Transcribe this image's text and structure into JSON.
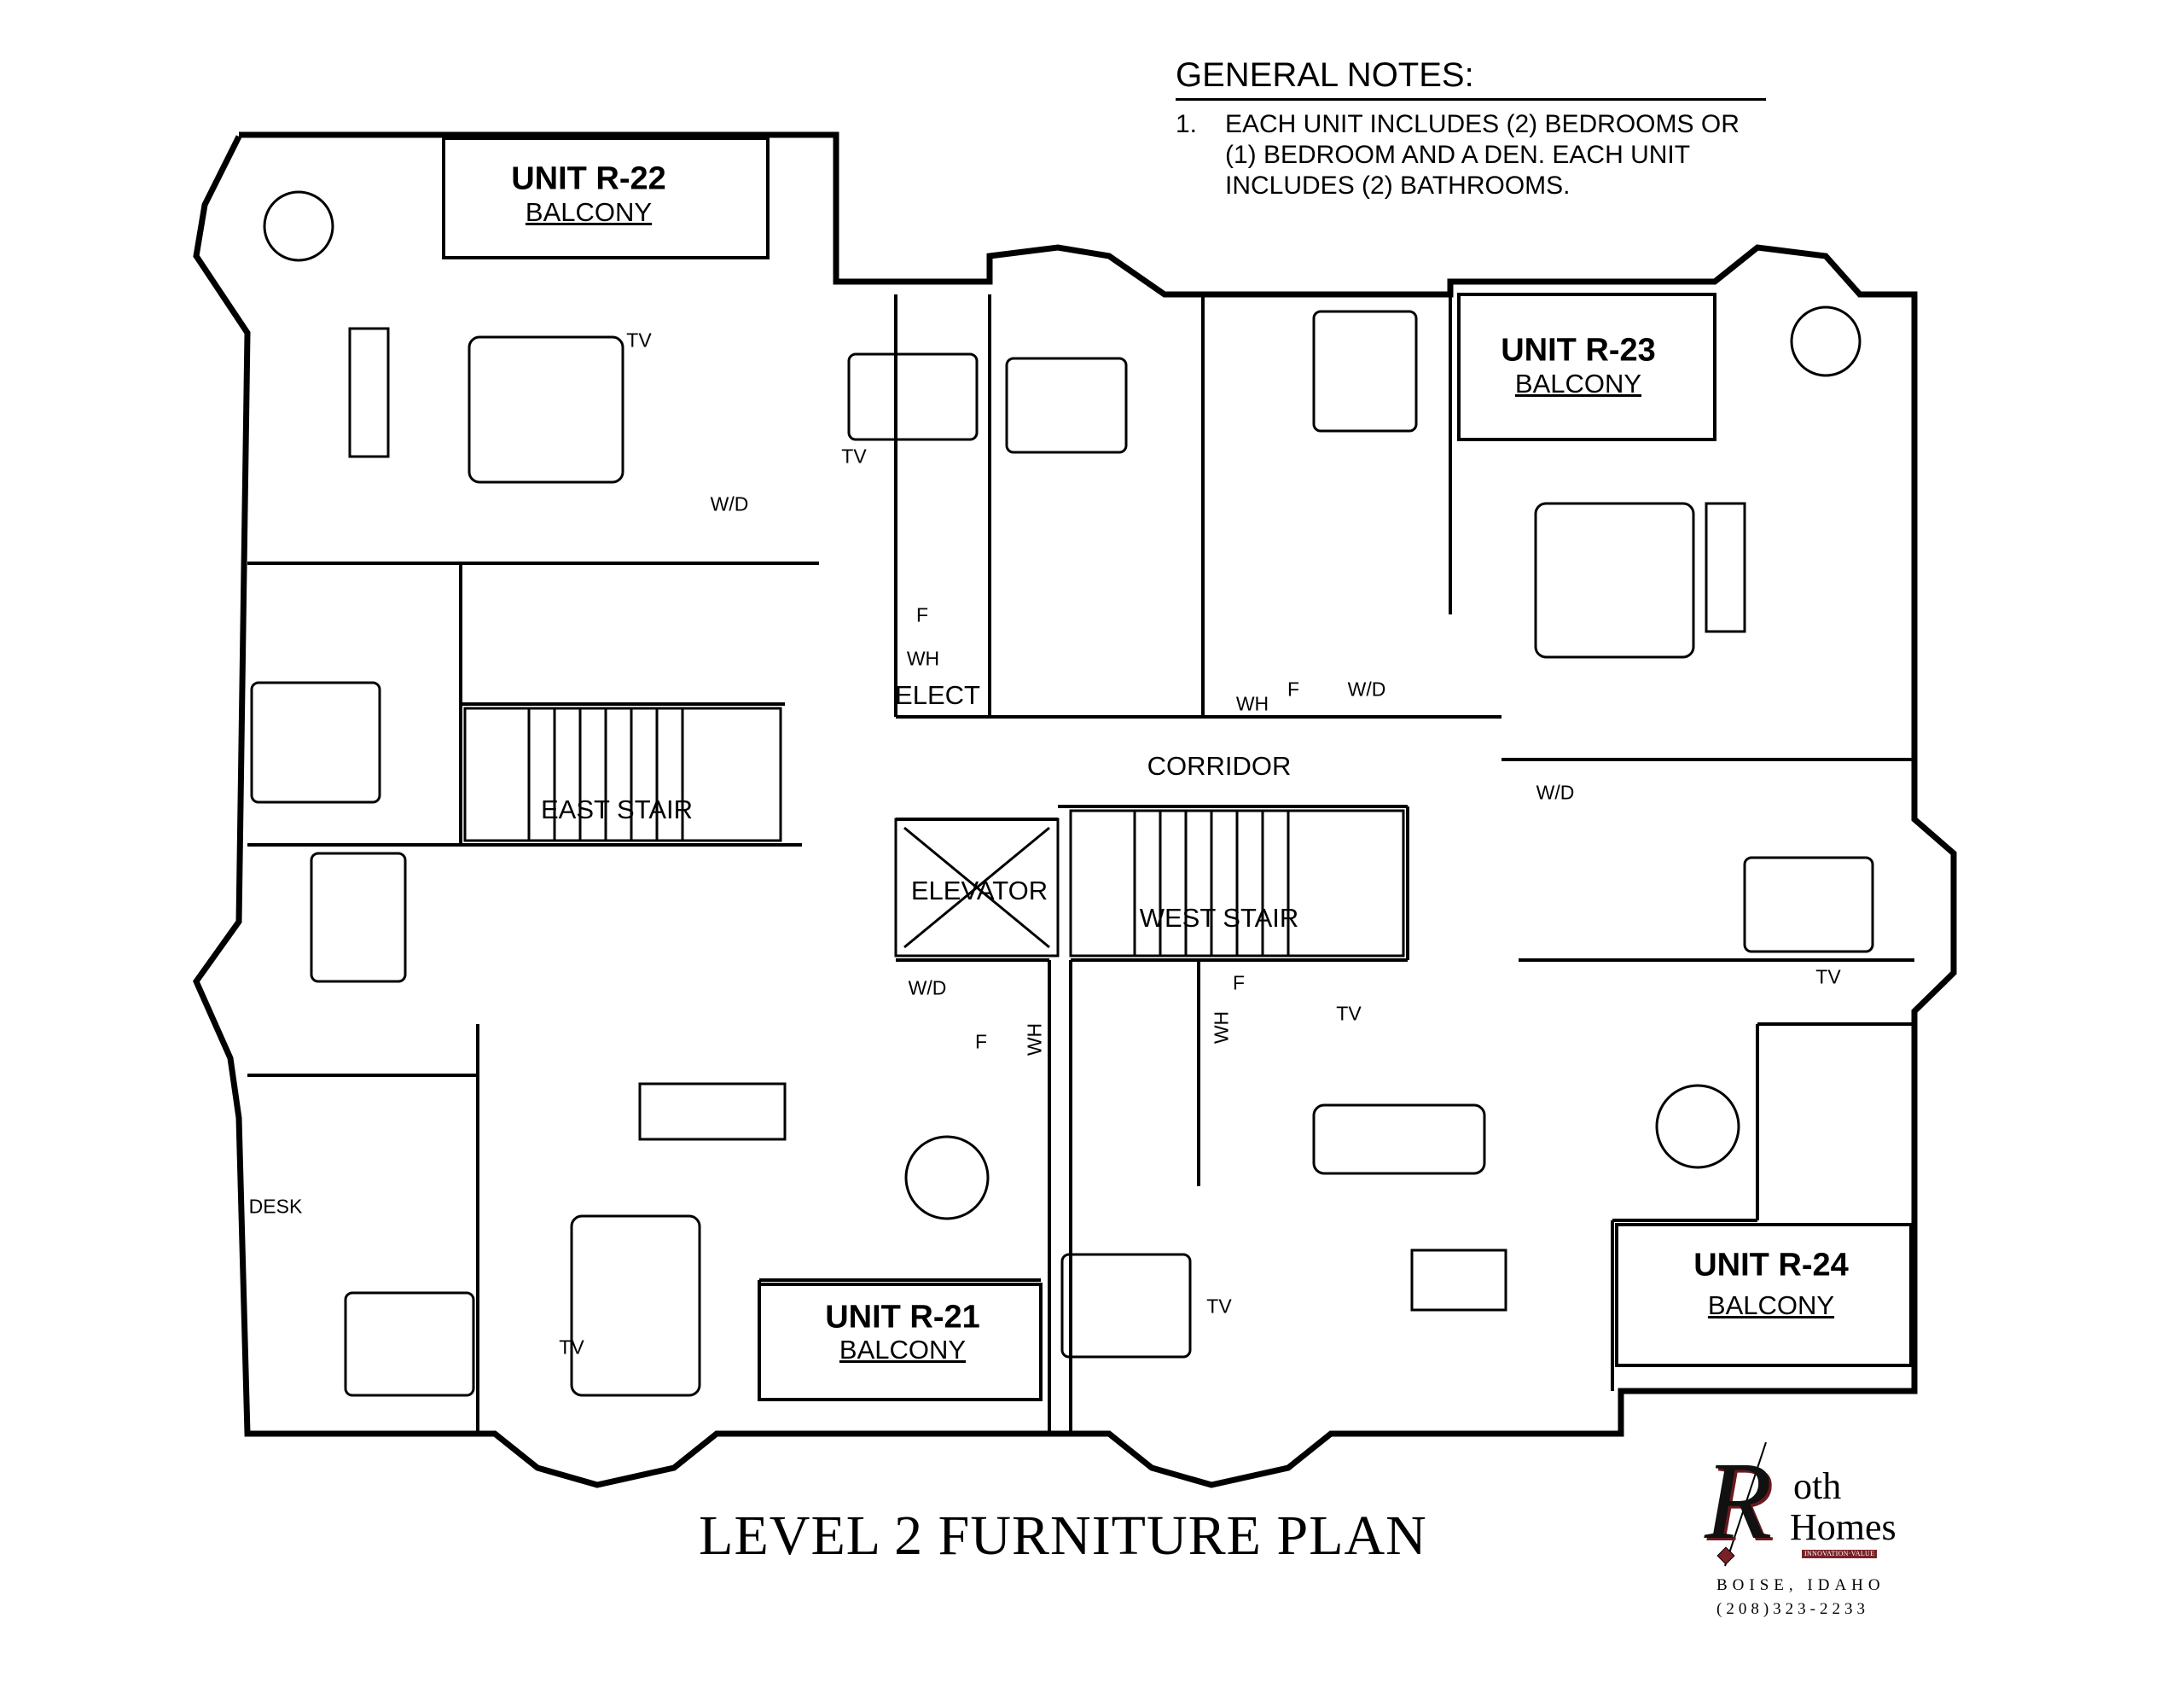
{
  "general_notes": {
    "title": "GENERAL NOTES:",
    "items": [
      {
        "number": "1.",
        "text": "EACH UNIT INCLUDES (2) BEDROOMS OR (1) BEDROOM AND A DEN. EACH UNIT INCLUDES (2) BATHROOMS."
      }
    ]
  },
  "units": [
    {
      "name": "UNIT R-22",
      "balcony": "BALCONY"
    },
    {
      "name": "UNIT R-23",
      "balcony": "BALCONY"
    },
    {
      "name": "UNIT R-21",
      "balcony": "BALCONY"
    },
    {
      "name": "UNIT R-24",
      "balcony": "BALCONY"
    }
  ],
  "rooms": {
    "corridor": "CORRIDOR",
    "east_stair": "EAST STAIR",
    "west_stair": "WEST STAIR",
    "elevator": "ELEVATOR",
    "elect": "ELECT",
    "desk": "DESK",
    "wd": "W/D",
    "f": "F",
    "wh": "WH",
    "tv": "TV"
  },
  "title": "LEVEL 2 FURNITURE PLAN",
  "logo": {
    "initial": "R",
    "line1": "oth",
    "line2": "Homes",
    "tagline": "INNOVATION·VALUE",
    "city": "BOISE, IDAHO",
    "phone": "(208)323-2233",
    "accent_color": "#7a2128"
  }
}
